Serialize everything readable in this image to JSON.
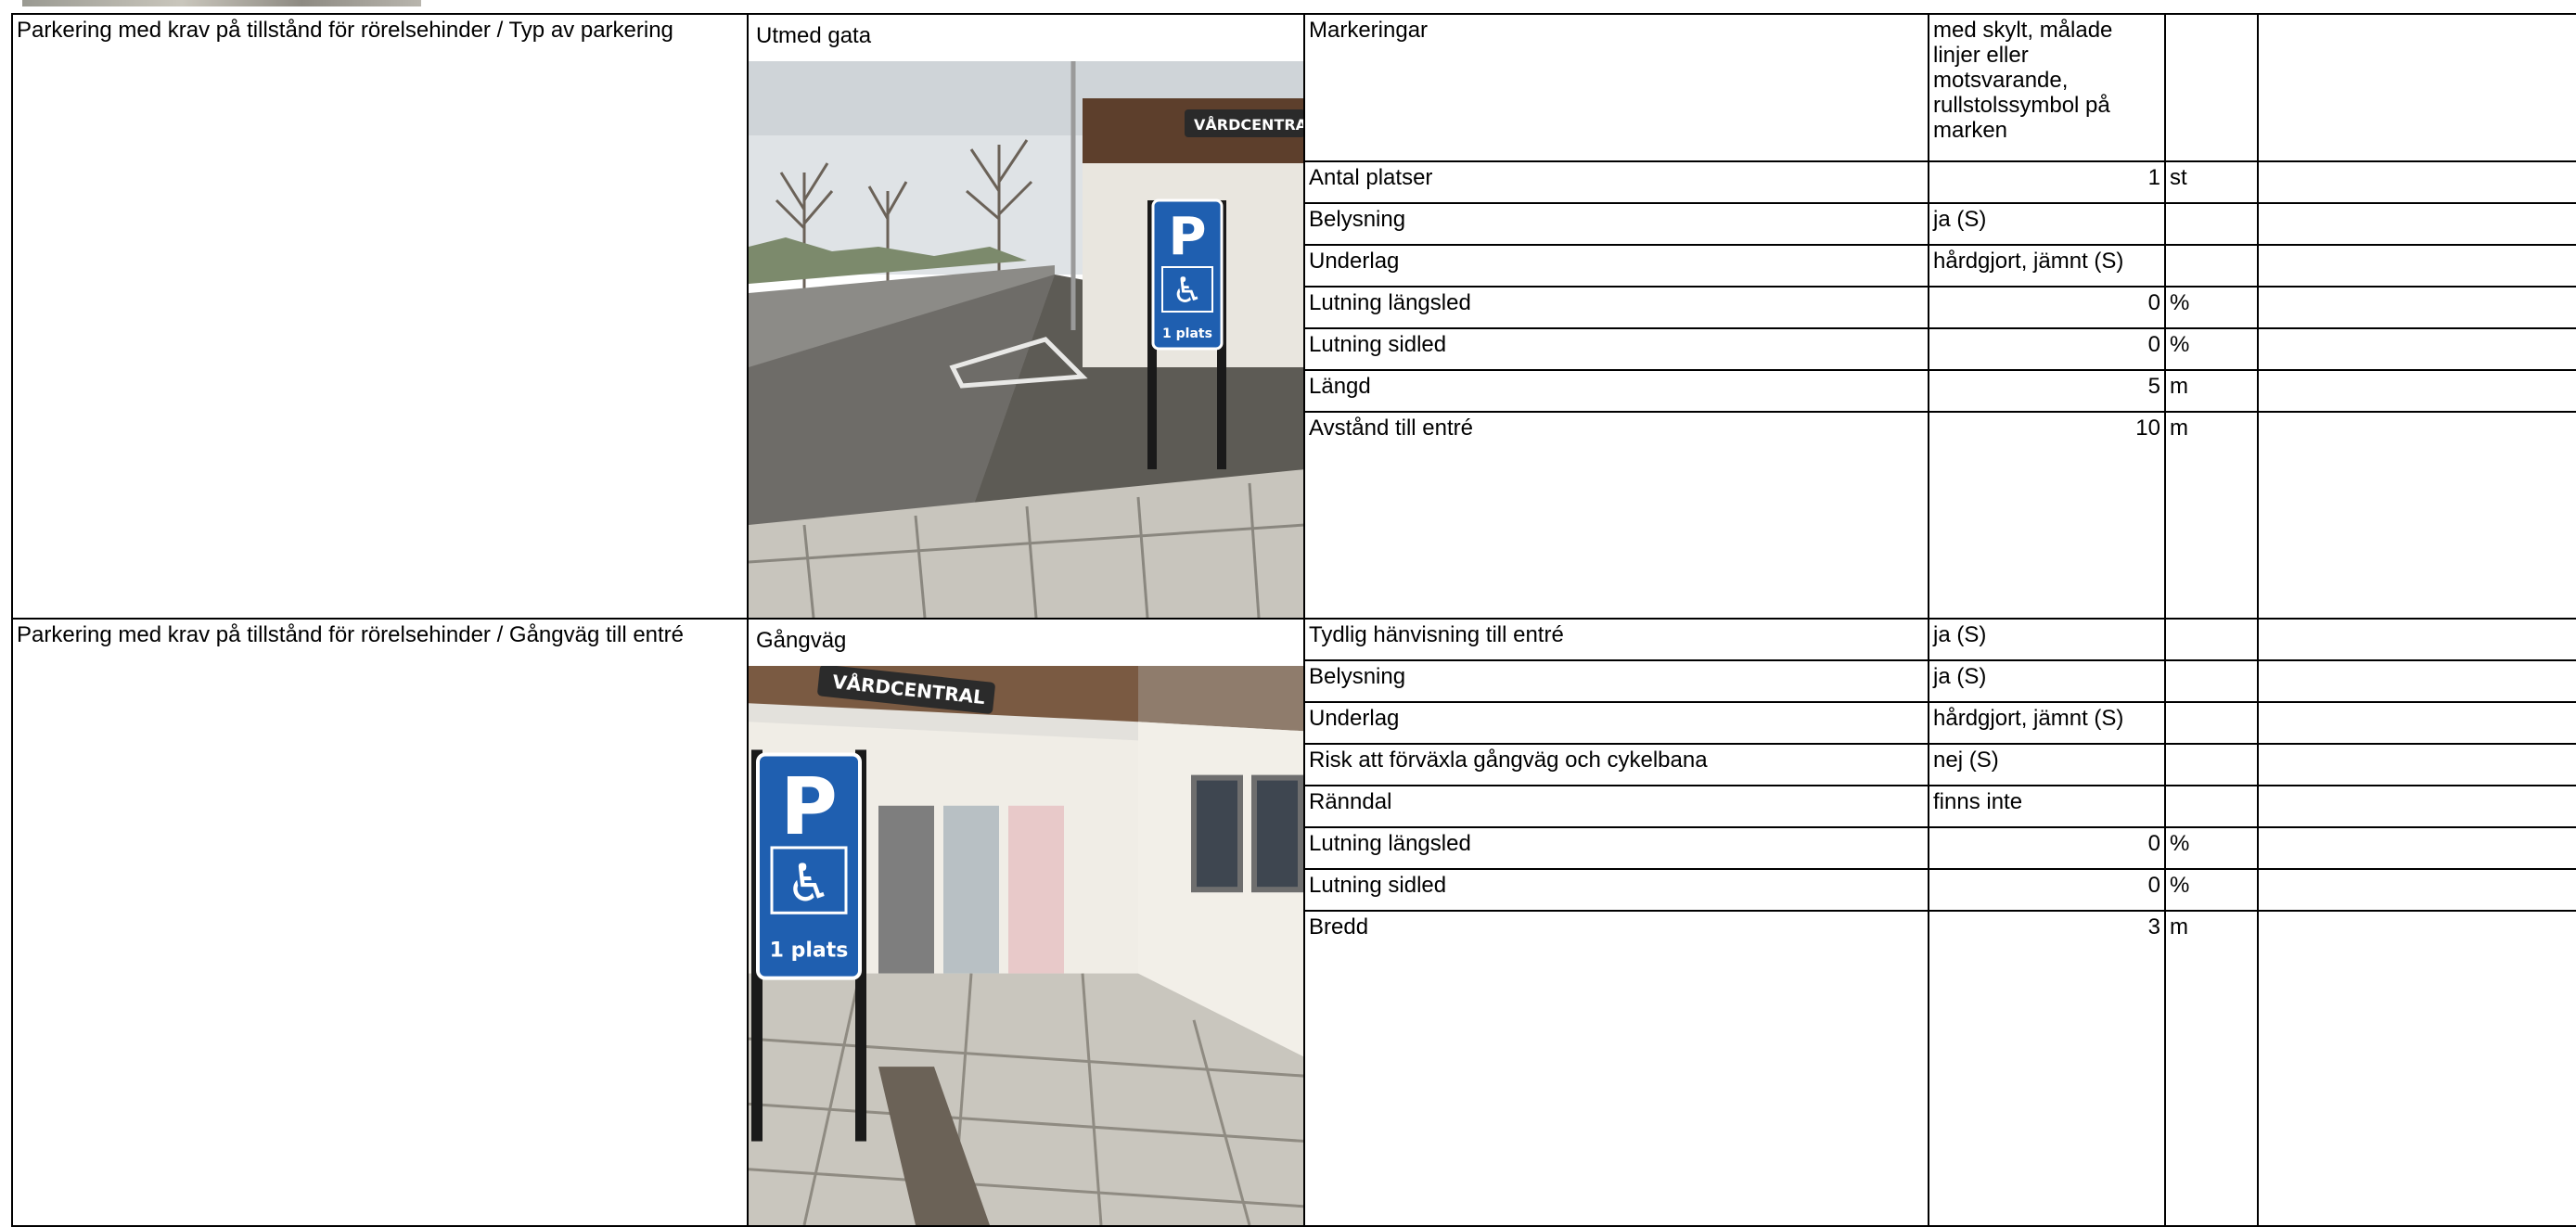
{
  "sections": [
    {
      "category": "Parkering med krav på tillstånd för rörelsehinder / Typ av parkering",
      "photo_label": "Utmed gata",
      "photo_sign_text": "VÅRDCENTRAL",
      "photo_plate_text": "1 plats",
      "rows": [
        {
          "label": "Markeringar",
          "value": "med skylt, målade linjer eller motsvarande, rullstolssymbol på marken",
          "unit": ""
        },
        {
          "label": "Antal platser",
          "value": "1",
          "unit": "st"
        },
        {
          "label": "Belysning",
          "value": "ja (S)",
          "unit": ""
        },
        {
          "label": "Underlag",
          "value": "hårdgjort, jämnt (S)",
          "unit": ""
        },
        {
          "label": "Lutning längsled",
          "value": "0",
          "unit": "%"
        },
        {
          "label": "Lutning sidled",
          "value": "0",
          "unit": "%"
        },
        {
          "label": "Längd",
          "value": "5",
          "unit": "m"
        },
        {
          "label": "Avstånd till entré",
          "value": "10",
          "unit": "m"
        }
      ]
    },
    {
      "category": "Parkering med krav på tillstånd för rörelsehinder / Gångväg till entré",
      "photo_label": "Gångväg",
      "photo_sign_text": "VÅRDCENTRAL",
      "photo_plate_text": "1 plats",
      "rows": [
        {
          "label": "Tydlig hänvisning till entré",
          "value": "ja (S)",
          "unit": ""
        },
        {
          "label": "Belysning",
          "value": "ja (S)",
          "unit": ""
        },
        {
          "label": "Underlag",
          "value": "hårdgjort, jämnt (S)",
          "unit": ""
        },
        {
          "label": "Risk att förväxla gångväg och cykelbana",
          "value": "nej (S)",
          "unit": ""
        },
        {
          "label": "Ränndal",
          "value": "finns inte",
          "unit": ""
        },
        {
          "label": "Lutning längsled",
          "value": "0",
          "unit": "%"
        },
        {
          "label": "Lutning sidled",
          "value": "0",
          "unit": "%"
        },
        {
          "label": "Bredd",
          "value": "3",
          "unit": "m"
        }
      ]
    }
  ],
  "colors": {
    "sign_blue": "#1f5fb0",
    "sky": "#dfe3e6",
    "pavement": "#b9b7b0"
  }
}
